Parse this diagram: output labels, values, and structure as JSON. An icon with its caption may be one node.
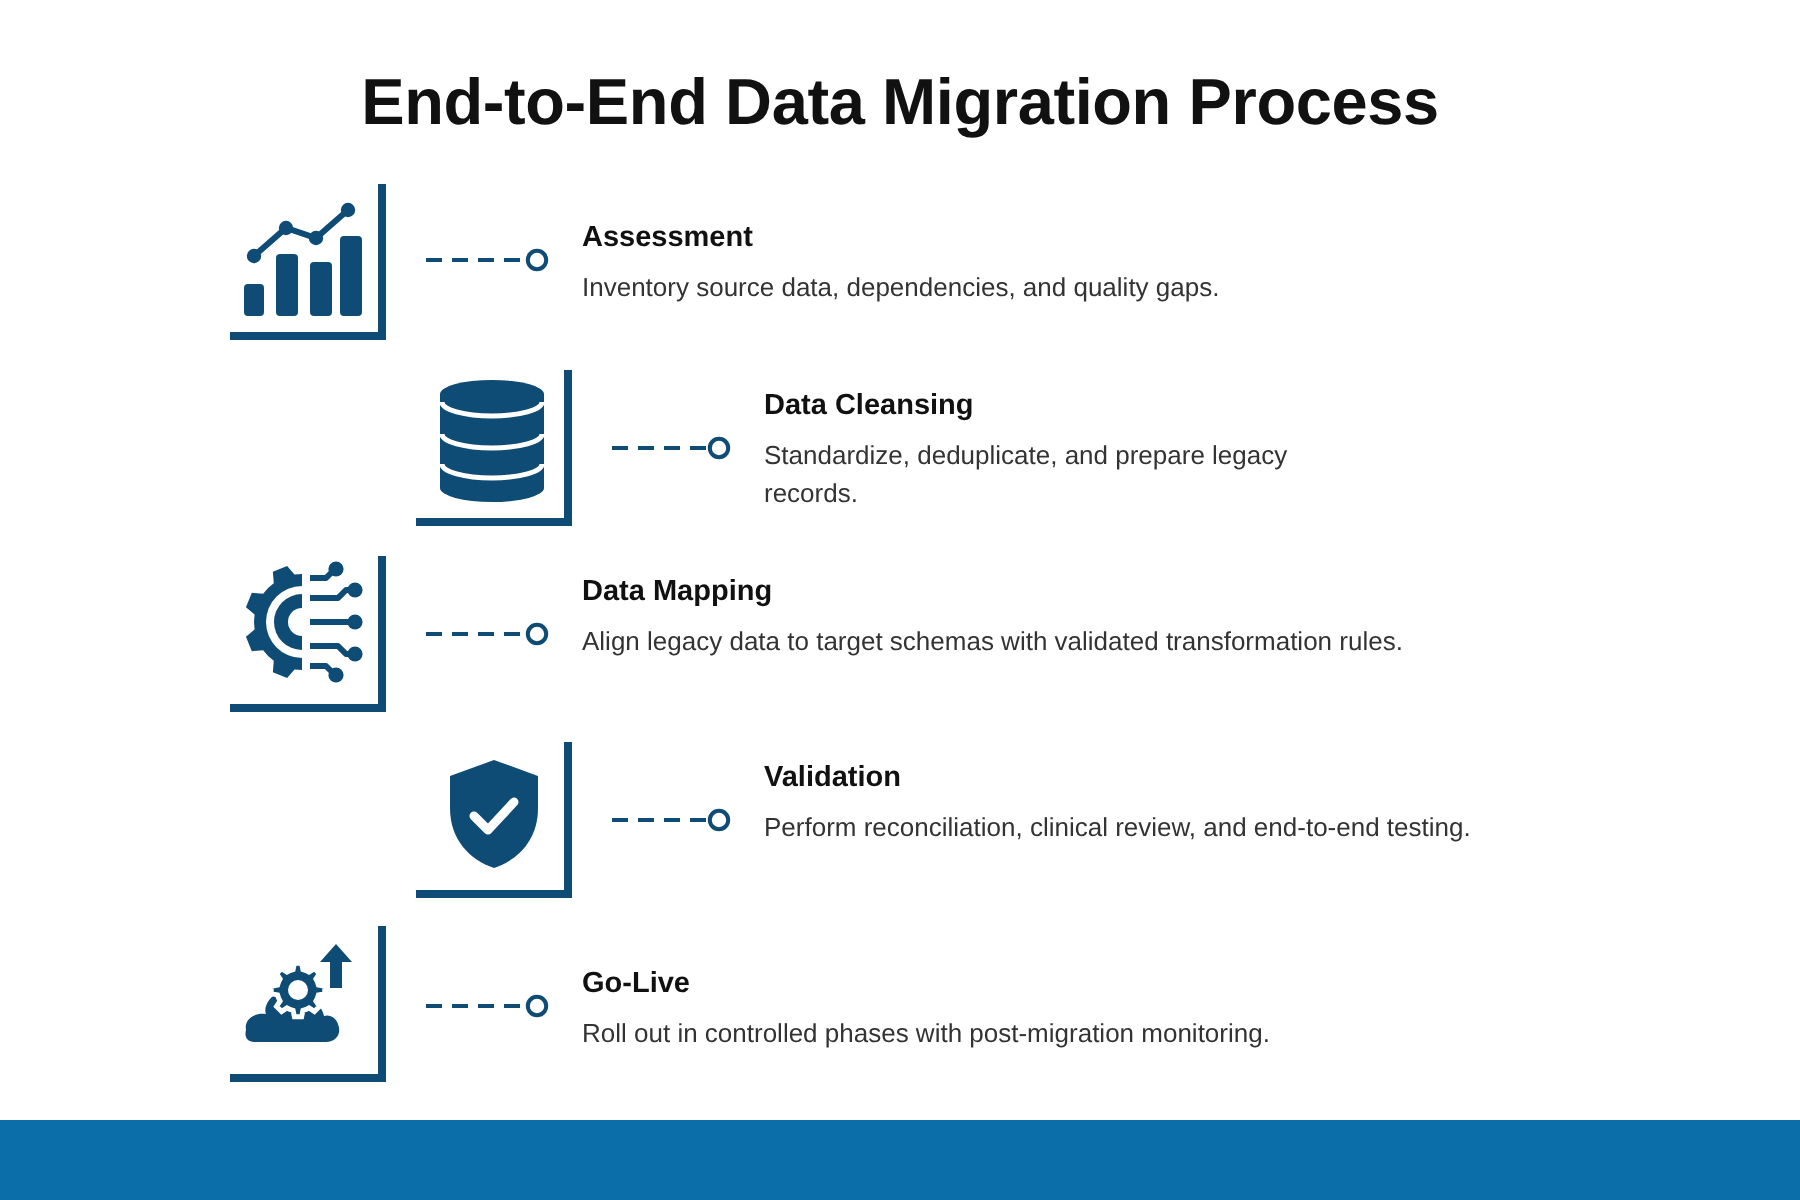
{
  "diagram": {
    "title": "End-to-End Data Migration Process",
    "nodes": [
      {
        "text": [],
        "shape": "picture"
      },
      {
        "text": [
          "Assessment",
          "Inventory source data, dependencies, and quality gaps."
        ]
      },
      {
        "text": [],
        "shape": "picture"
      },
      {
        "text": [
          "Data Cleansing",
          "Standardize, deduplicate, and prepare legacy records."
        ]
      },
      {
        "text": [],
        "shape": "picture"
      },
      {
        "text": [
          "Data Mapping",
          "Align legacy data to target schemas with validated transformation rules."
        ]
      },
      {
        "text": [],
        "shape": "picture"
      },
      {
        "text": [
          "Validation",
          "Perform reconciliation, clinical review, and end-to-end testing."
        ]
      },
      {
        "text": [],
        "shape": "picture"
      },
      {
        "text": [
          "Go-Live",
          "Roll out in controlled phases with post-migration monitoring."
        ]
      }
    ],
    "edges": [
      {
        "from": 0,
        "to": 1,
        "arrow": "other",
        "style": "dashed"
      },
      {
        "from": 2,
        "to": 3,
        "arrow": "other",
        "style": "dashed"
      },
      {
        "from": 4,
        "to": 5,
        "arrow": "other",
        "style": "dashed"
      },
      {
        "from": 6,
        "to": 7,
        "arrow": "other",
        "style": "dashed"
      },
      {
        "from": 8,
        "to": 9,
        "arrow": "other",
        "style": "dashed"
      }
    ]
  }
}
